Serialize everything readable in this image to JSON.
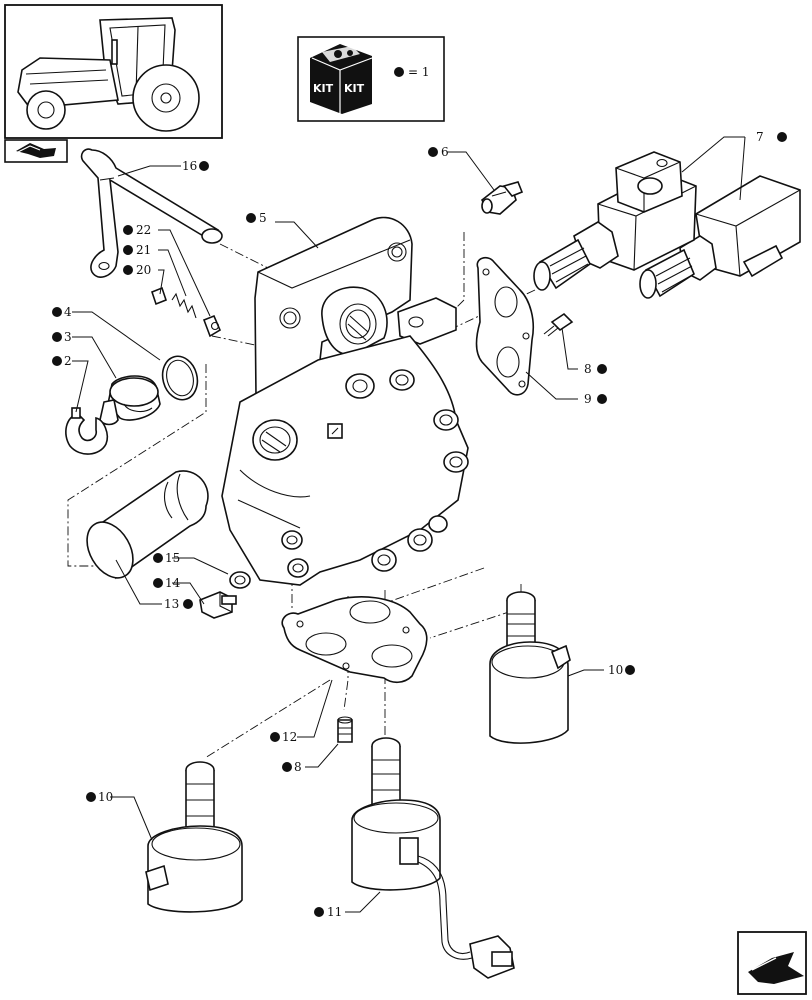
{
  "kit_legend": {
    "symbol": "KIT",
    "equals": "= 1"
  },
  "callouts": [
    {
      "id": "c16",
      "text": "16"
    },
    {
      "id": "c5",
      "text": "5"
    },
    {
      "id": "c6",
      "text": "6"
    },
    {
      "id": "c7",
      "text": "7"
    },
    {
      "id": "c22",
      "text": "22"
    },
    {
      "id": "c21",
      "text": "21"
    },
    {
      "id": "c20",
      "text": "20"
    },
    {
      "id": "c4",
      "text": "4"
    },
    {
      "id": "c3",
      "text": "3"
    },
    {
      "id": "c2",
      "text": "2"
    },
    {
      "id": "c8a",
      "text": "8"
    },
    {
      "id": "c9",
      "text": "9"
    },
    {
      "id": "c15",
      "text": "15"
    },
    {
      "id": "c14",
      "text": "14"
    },
    {
      "id": "c13",
      "text": "13"
    },
    {
      "id": "c10a",
      "text": "10"
    },
    {
      "id": "c12",
      "text": "12"
    },
    {
      "id": "c8b",
      "text": "8"
    },
    {
      "id": "c10b",
      "text": "10"
    },
    {
      "id": "c11",
      "text": "11"
    }
  ],
  "icons": {
    "thumbnail": "tractor-thumbnail-icon",
    "previous": "previous-page-icon",
    "next": "next-page-icon",
    "kit": "kit-box-icon"
  }
}
